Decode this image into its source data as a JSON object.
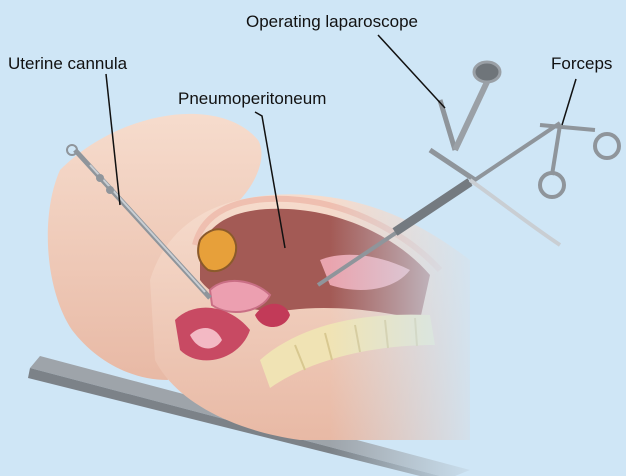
{
  "labels": {
    "uterine_cannula": "Uterine cannula",
    "pneumoperitoneum": "Pneumoperitoneum",
    "operating_laparoscope": "Operating laparoscope",
    "forceps": "Forceps"
  },
  "colors": {
    "background": "#cfe6f6",
    "skin": "#f3d2c2",
    "skin_shadow": "#e2b29c",
    "abdominal_cavity": "#a45b57",
    "organ_pink": "#e59aaa",
    "organ_red": "#b8324c",
    "spine": "#f0e2b0",
    "metal": "#9aa0a6",
    "table": "#9aa0a6",
    "leader_line": "#111111"
  }
}
